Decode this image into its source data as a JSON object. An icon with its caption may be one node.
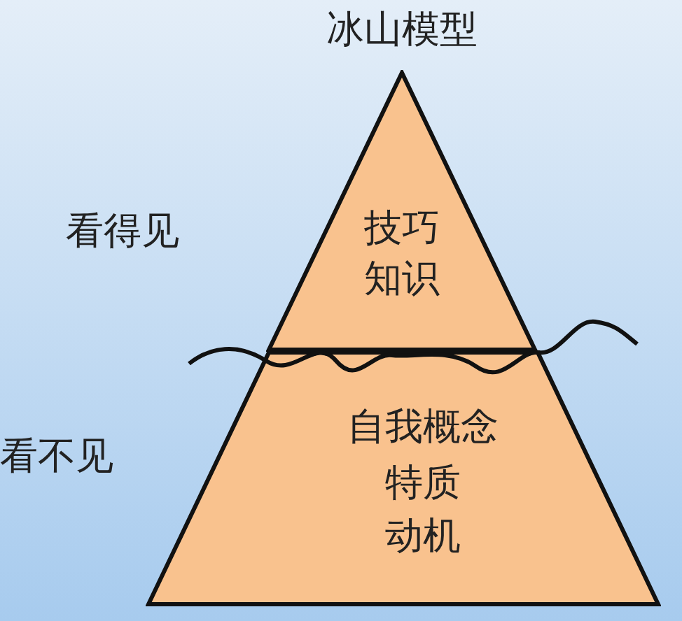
{
  "diagram": {
    "title": "冰山模型",
    "nodes": [
      {
        "text": [
          "技巧",
          "知识"
        ]
      },
      {
        "text": [
          "自我概念",
          "特质",
          "动机"
        ]
      }
    ],
    "labels": [
      "看得见",
      "看不见"
    ]
  }
}
